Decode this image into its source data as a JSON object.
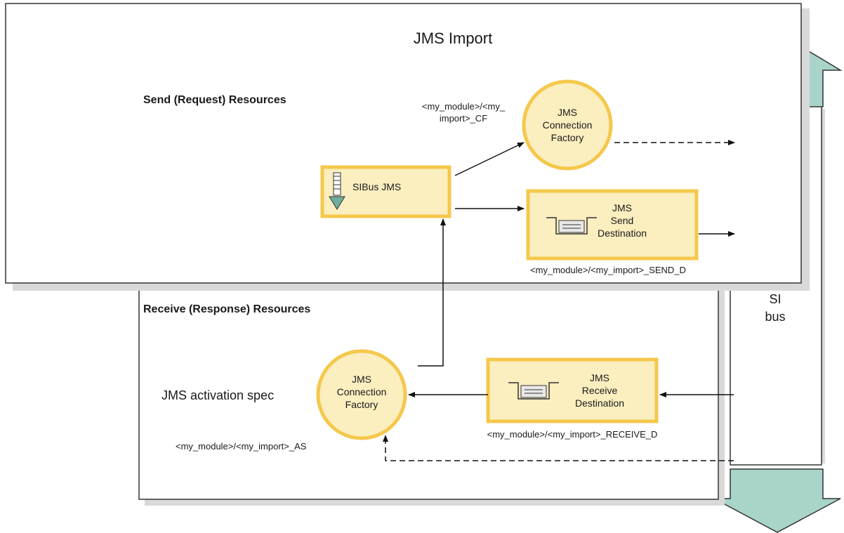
{
  "title": "JMS Import",
  "send_section": {
    "heading": "Send (Request) Resources",
    "cf_name_line1": "<my_module>/<my_",
    "cf_name_line2": "import>_CF",
    "cf_label": [
      "JMS",
      "Connection",
      "Factory"
    ],
    "sibus_label": "SIBus JMS",
    "dest_label": [
      "JMS",
      "Send",
      "Destination"
    ],
    "dest_name": "<my_module>/<my_import>_SEND_D"
  },
  "receive_section": {
    "heading": "Receive (Response) Resources",
    "activation_label": "JMS activation spec",
    "cf_label": [
      "JMS",
      "Connection",
      "Factory"
    ],
    "as_name": "<my_module>/<my_import>_AS",
    "dest_label": [
      "JMS",
      "Receive",
      "Destination"
    ],
    "dest_name": "<my_module>/<my_import>_RECEIVE_D"
  },
  "bus": {
    "label_line1": "SI",
    "label_line2": "bus"
  },
  "colors": {
    "node_fill": "#fbeebf",
    "node_stroke": "#f5c84c",
    "bus_arrow": "#a9d4ca",
    "frame_shadow": "#d9d9d9",
    "sibus_icon": "#6fae9e"
  }
}
